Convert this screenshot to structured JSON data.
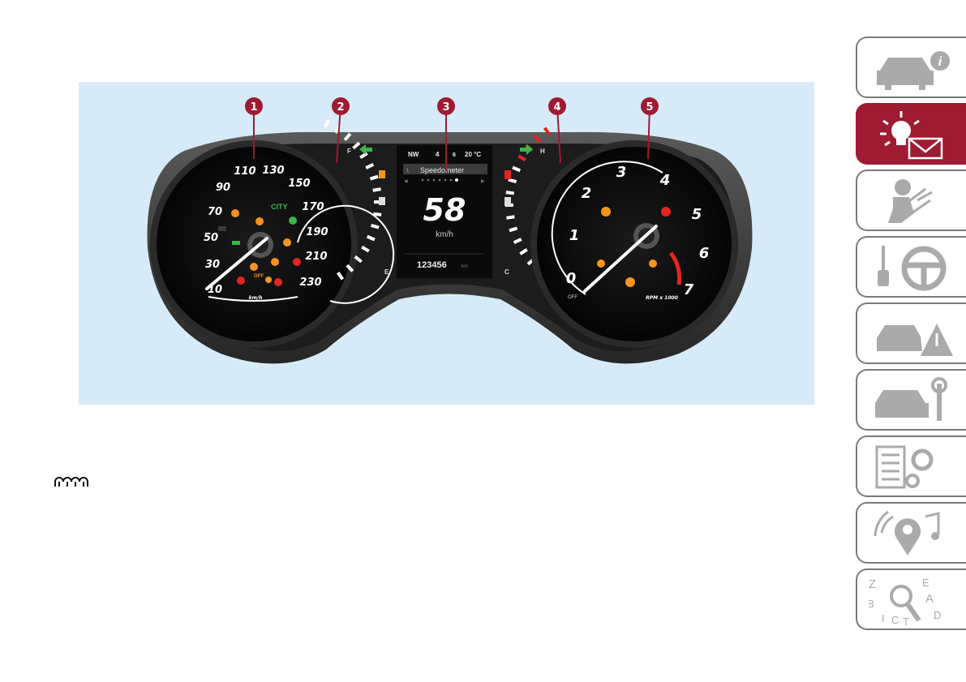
{
  "callouts": [
    "1",
    "2",
    "3",
    "4",
    "5"
  ],
  "speedometer": {
    "ticks": [
      "10",
      "30",
      "50",
      "70",
      "90",
      "110",
      "130",
      "150",
      "170",
      "190",
      "210",
      "230"
    ],
    "unit": "km/h",
    "city_label": "CITY",
    "off_label": "OFF"
  },
  "fuel_gauge": {
    "full": "F",
    "empty": "E"
  },
  "display": {
    "heading": "NW",
    "gear_prefix": "4",
    "gear_suffix": "6",
    "temperature": "20 °C",
    "menu_index": "1",
    "menu_item": "Speedometer",
    "speed": "58",
    "speed_unit": "km/h",
    "odometer": "123456",
    "odometer_unit": "km"
  },
  "temp_gauge": {
    "hot": "H",
    "cold": "C"
  },
  "tachometer": {
    "ticks": [
      "0",
      "1",
      "2",
      "3",
      "4",
      "5",
      "6",
      "7"
    ],
    "unit": "RPM x 1000",
    "off_label": "OFF"
  },
  "colors": {
    "accent": "#9e1b32",
    "figure_bg": "#d6ebf7",
    "warning_red": "#e52521",
    "amber": "#f7941d",
    "green": "#3cb54a"
  },
  "sidebar": {
    "tabs": [
      {
        "name": "car-info-icon",
        "letter": "i"
      },
      {
        "name": "warning-light-message-icon"
      },
      {
        "name": "safety-airbag-icon"
      },
      {
        "name": "key-steering-wheel-icon"
      },
      {
        "name": "emergency-road-icon"
      },
      {
        "name": "car-maintenance-icon"
      },
      {
        "name": "technical-data-icon"
      },
      {
        "name": "multimedia-icon"
      },
      {
        "name": "index-search-icon",
        "letters": [
          "Z",
          "E",
          "A",
          "B",
          "D",
          "I",
          "C",
          "T"
        ]
      }
    ]
  },
  "icon_note": "glow-plug-icon"
}
